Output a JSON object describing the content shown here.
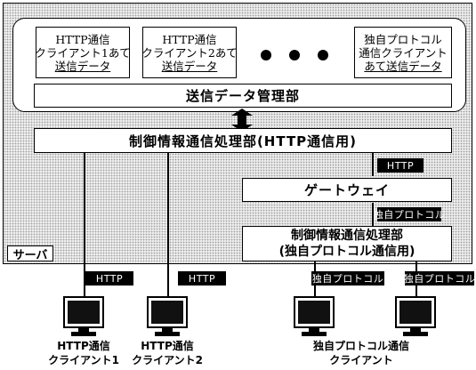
{
  "server": {
    "label": "サーバ",
    "data_boxes": [
      {
        "line1": "HTTP通信",
        "line2": "クライアント1あて",
        "line3": "送信データ"
      },
      {
        "line1": "HTTP通信",
        "line2": "クライアント2あて",
        "line3": "送信データ"
      },
      {
        "line1": "独自プロトコル",
        "line2": "通信クライアント",
        "line3": "あて送信データ"
      }
    ],
    "send_data_manager": "送信データ管理部",
    "control_http": "制御情報通信処理部(HTTP通信用)",
    "gateway": "ゲートウェイ",
    "control_proprietary_line1": "制御情報通信処理部",
    "control_proprietary_line2": "(独自プロトコル通信用)",
    "http_badge": "HTTP",
    "proprietary_badge": "独自プロトコル"
  },
  "link_badges": {
    "client1": "HTTP",
    "client2": "HTTP",
    "client3": "独自プロトコル",
    "client4": "独自プロトコル"
  },
  "clients": {
    "http1_line1": "HTTP通信",
    "http1_line2": "クライアント1",
    "http2_line1": "HTTP通信",
    "http2_line2": "クライアント2",
    "proprietary_line1": "独自プロトコル通信",
    "proprietary_line2": "クライアント"
  }
}
